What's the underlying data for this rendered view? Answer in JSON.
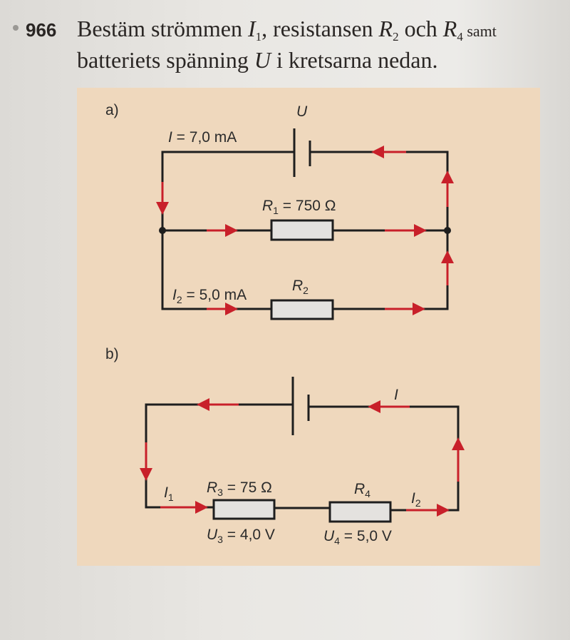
{
  "problem": {
    "number": "966",
    "text_parts": [
      "Bestäm strömmen ",
      "I",
      "1",
      ", resistansen ",
      "R",
      "2",
      " och ",
      "R",
      "4",
      " samt"
    ],
    "line2_parts": [
      "batteriets spänning ",
      "U",
      " i kretsarna nedan."
    ]
  },
  "circuit_a": {
    "label": "a)",
    "battery": "U",
    "current": {
      "sym": "I",
      "rest": " = 7,0 mA"
    },
    "r1": {
      "sym": "R",
      "sub": "1",
      "rest": " = 750 Ω"
    },
    "i2": {
      "sym": "I",
      "sub": "2",
      "rest": " = 5,0 mA"
    },
    "r2": {
      "sym": "R",
      "sub": "2"
    }
  },
  "circuit_b": {
    "label": "b)",
    "current": "I",
    "i1": {
      "sym": "I",
      "sub": "1"
    },
    "r3": {
      "sym": "R",
      "sub": "3",
      "rest": " = 75 Ω"
    },
    "r4": {
      "sym": "R",
      "sub": "4"
    },
    "i2": {
      "sym": "I",
      "sub": "2"
    },
    "u3": {
      "sym": "U",
      "sub": "3",
      "rest": " = 4,0 V"
    },
    "u4": {
      "sym": "U",
      "sub": "4",
      "rest": " = 5,0 V"
    }
  },
  "colors": {
    "panel": "#efd8bd",
    "wire": "#1e1e1e",
    "arrow": "#c8202a",
    "resistor": "#e4e2df"
  }
}
